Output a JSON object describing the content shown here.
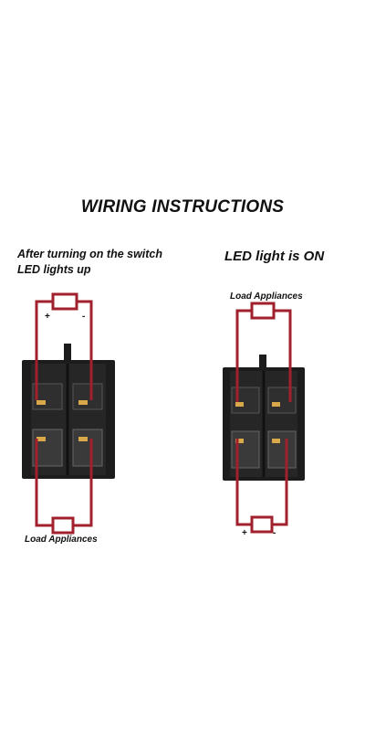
{
  "title": "WIRING INSTRUCTIONS",
  "left_panel": {
    "caption_line1": "After turning on the switch",
    "caption_line2": "LED lights up",
    "load_label": "Load Appliances",
    "plus": "+",
    "minus": "-"
  },
  "right_panel": {
    "caption": "LED light is ON",
    "load_label": "Load Appliances",
    "plus": "+",
    "minus": "-"
  },
  "colors": {
    "wire": "#a0202e",
    "switch_body": "#1c1c1c",
    "switch_face": "#2a2a2a",
    "terminal": "#c8c8c8",
    "contact": "#d9a84a"
  }
}
